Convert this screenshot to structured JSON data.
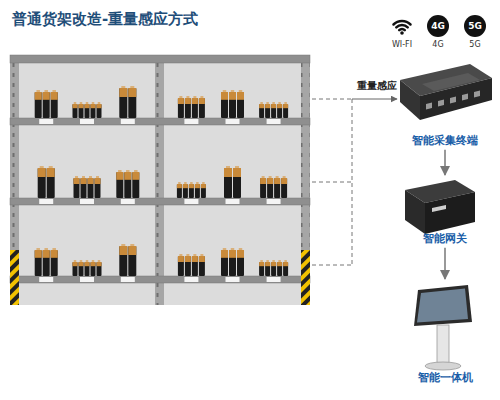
{
  "diagram": {
    "title": "普通货架改造-重量感应方式",
    "nodes": [
      {
        "text": [
          "智能采集终端"
        ]
      },
      {
        "text": [
          "智能网关"
        ]
      },
      {
        "text": [
          "智能一体机"
        ]
      }
    ],
    "edges": [
      {
        "from": 0,
        "to": 1,
        "arrow": "to"
      },
      {
        "from": 1,
        "to": 2,
        "arrow": "to"
      }
    ],
    "labels": [
      "4G",
      "5G",
      "WI-FI",
      "4G",
      "5G",
      "重量感应"
    ]
  }
}
